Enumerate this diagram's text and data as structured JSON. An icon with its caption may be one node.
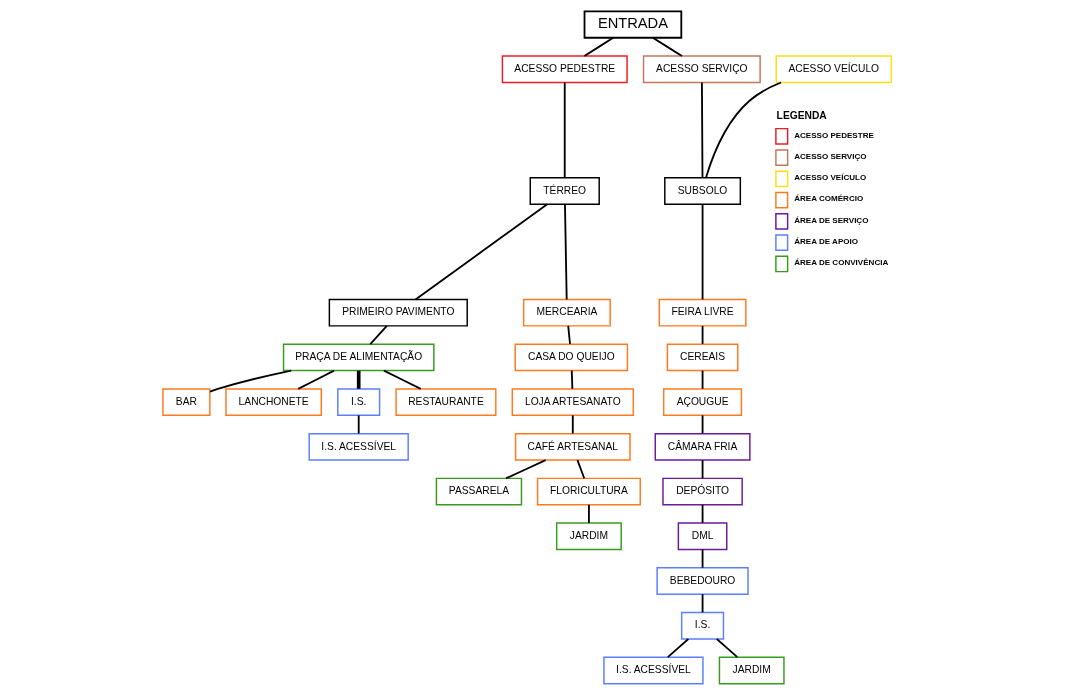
{
  "diagram": {
    "nodes": [
      {
        "text": [
          "ENTRADA"
        ]
      },
      {
        "text": [
          "ACESSO VEÍCULO"
        ]
      },
      {
        "text": [
          "ACESSO SERVIÇO"
        ]
      },
      {
        "text": [
          "ACESSO PEDESTRE"
        ]
      },
      {
        "text": [
          "SUBSOLO"
        ]
      },
      {
        "text": [
          "TÉRREO"
        ]
      },
      {
        "text": [
          "PRIMEIRO PAVIMENTO"
        ]
      },
      {
        "text": [
          "FEIRA LIVRE"
        ]
      },
      {
        "text": [
          "CEREAIS"
        ]
      },
      {
        "text": [
          "AÇOUGUE"
        ]
      },
      {
        "text": [
          "CÂMARA FRIA"
        ]
      },
      {
        "text": [
          "DEPÓSITO"
        ]
      },
      {
        "text": [
          "DML"
        ]
      },
      {
        "text": [
          "BEBEDOURO"
        ]
      },
      {
        "text": [
          "I.S."
        ]
      },
      {
        "text": [
          "I.S. ACESSÍVEL"
        ]
      },
      {
        "text": [
          "JARDIM"
        ]
      },
      {
        "text": [
          "MERCEARIA"
        ]
      },
      {
        "text": [
          "CASA DO QUEIJO"
        ]
      },
      {
        "text": [
          "LOJA ARTESANATO"
        ]
      },
      {
        "text": [
          "CAFÉ ARTESANAL"
        ]
      },
      {
        "text": [
          "PASSARELA"
        ]
      },
      {
        "text": [
          "FLORICULTURA"
        ]
      },
      {
        "text": [
          "JARDIM"
        ]
      },
      {
        "text": [
          "PRAÇA DE ALIMENTAÇÃO"
        ]
      },
      {
        "text": [
          "RESTAURANTE"
        ]
      },
      {
        "text": [
          "BAR"
        ]
      },
      {
        "text": [
          "LANCHONETE"
        ]
      },
      {
        "text": [
          "I.S."
        ]
      },
      {
        "text": [
          "I.S. ACESSÍVEL"
        ]
      }
    ],
    "edges": [
      {
        "from": 0,
        "to": 2,
        "arrow": "none"
      },
      {
        "from": 0,
        "to": 3,
        "arrow": "none"
      },
      {
        "from": 1,
        "to": 4,
        "arrow": "none"
      },
      {
        "from": 2,
        "to": 4,
        "arrow": "none"
      },
      {
        "from": 3,
        "to": 5,
        "arrow": "none"
      },
      {
        "from": 5,
        "to": 6,
        "arrow": "none"
      },
      {
        "from": 4,
        "to": 7,
        "arrow": "none"
      },
      {
        "from": 7,
        "to": 8,
        "arrow": "none"
      },
      {
        "from": 8,
        "to": 9,
        "arrow": "none"
      },
      {
        "from": 9,
        "to": 10,
        "arrow": "none"
      },
      {
        "from": 10,
        "to": 11,
        "arrow": "none"
      },
      {
        "from": 11,
        "to": 12,
        "arrow": "none"
      },
      {
        "from": 12,
        "to": 13,
        "arrow": "none"
      },
      {
        "from": 13,
        "to": 14,
        "arrow": "none"
      },
      {
        "from": 14,
        "to": 15,
        "arrow": "none"
      },
      {
        "from": 14,
        "to": 16,
        "arrow": "none"
      },
      {
        "from": 5,
        "to": 17,
        "arrow": "none"
      },
      {
        "from": 17,
        "to": 18,
        "arrow": "none"
      },
      {
        "from": 18,
        "to": 19,
        "arrow": "none"
      },
      {
        "from": 19,
        "to": 20,
        "arrow": "none"
      },
      {
        "from": 20,
        "to": 21,
        "arrow": "none"
      },
      {
        "from": 20,
        "to": 22,
        "arrow": "none"
      },
      {
        "from": 22,
        "to": 23,
        "arrow": "none"
      },
      {
        "from": 6,
        "to": 24,
        "arrow": "none"
      },
      {
        "from": 24,
        "to": 25,
        "arrow": "none"
      },
      {
        "from": 24,
        "to": 26,
        "arrow": "none"
      },
      {
        "from": 24,
        "to": 27,
        "arrow": "none"
      },
      {
        "from": 24,
        "to": 28,
        "arrow": "none",
        "style": "thick"
      },
      {
        "from": 28,
        "to": 29,
        "arrow": "none"
      }
    ],
    "labels": [
      "LEGENDA"
    ],
    "legend": [
      {
        "text": "ACESSO PEDESTRE",
        "color": "#ed1c24"
      },
      {
        "text": "ACESSO SERVIÇO",
        "color": "#c07a5a"
      },
      {
        "text": "ACESSO VEÍCULO",
        "color": "#ffde17"
      },
      {
        "text": "ÁREA COMÉRCIO",
        "color": "#ff7a1f"
      },
      {
        "text": "ÁREA DE SERVIÇO",
        "color": "#6a1b9a"
      },
      {
        "text": "ÁREA DE APOIO",
        "color": "#5b7fff"
      },
      {
        "text": "ÁREA DE CONVIVÊNCIA",
        "color": "#3a9a1f"
      }
    ]
  }
}
